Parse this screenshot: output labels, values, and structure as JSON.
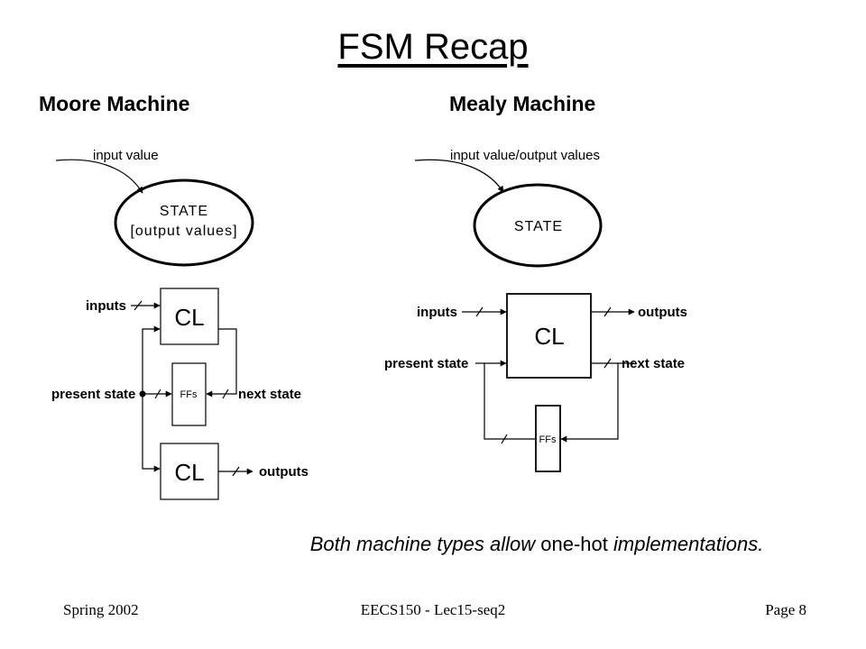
{
  "title": "FSM Recap",
  "moore": {
    "heading": "Moore Machine",
    "transition_label": "input value",
    "state_label": "STATE",
    "state_outputs": "[output values]",
    "inputs": "inputs",
    "present_state": "present state",
    "next_state": "next state",
    "outputs": "outputs",
    "cl_top": "CL",
    "cl_bottom": "CL",
    "ffs": "FFs"
  },
  "mealy": {
    "heading": "Mealy Machine",
    "transition_label": "input value/output values",
    "state_label": "STATE",
    "inputs": "inputs",
    "outputs": "outputs",
    "present_state": "present state",
    "next_state": "next state",
    "cl": "CL",
    "ffs": "FFs"
  },
  "note": {
    "part1": "Both machine types allow ",
    "part2": "one-hot",
    "part3": " implementations."
  },
  "footer": {
    "left": "Spring 2002",
    "center": "EECS150 - Lec15-seq2",
    "right": "Page 8"
  }
}
